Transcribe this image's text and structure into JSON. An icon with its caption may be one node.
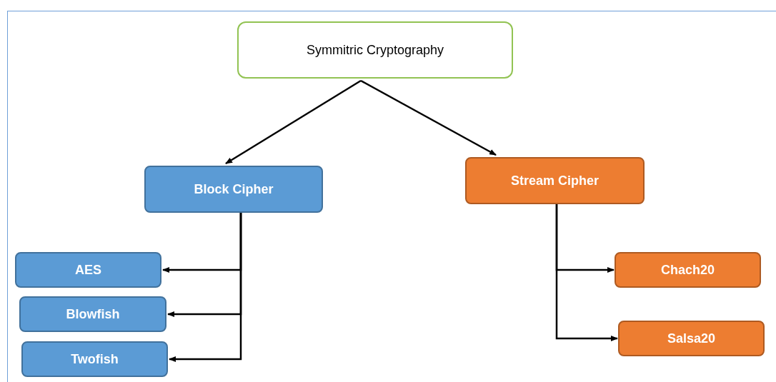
{
  "diagram": {
    "nodes": [
      {
        "text": [
          "Symmitric Cryptography"
        ]
      },
      {
        "text": [
          "Block Cipher"
        ]
      },
      {
        "text": [
          "Stream Cipher"
        ]
      },
      {
        "text": [
          "AES"
        ]
      },
      {
        "text": [
          "Blowfish"
        ]
      },
      {
        "text": [
          "Twofish"
        ]
      },
      {
        "text": [
          "Chach20"
        ]
      },
      {
        "text": [
          "Salsa20"
        ]
      }
    ],
    "edges": [
      {
        "from": 0,
        "to": 1,
        "arrow": "to"
      },
      {
        "from": 0,
        "to": 2,
        "arrow": "to"
      },
      {
        "from": 1,
        "to": 3,
        "arrow": "to"
      },
      {
        "from": 1,
        "to": 4,
        "arrow": "to"
      },
      {
        "from": 1,
        "to": 5,
        "arrow": "to"
      },
      {
        "from": 2,
        "to": 6,
        "arrow": "to"
      },
      {
        "from": 2,
        "to": 7,
        "arrow": "to"
      }
    ]
  }
}
